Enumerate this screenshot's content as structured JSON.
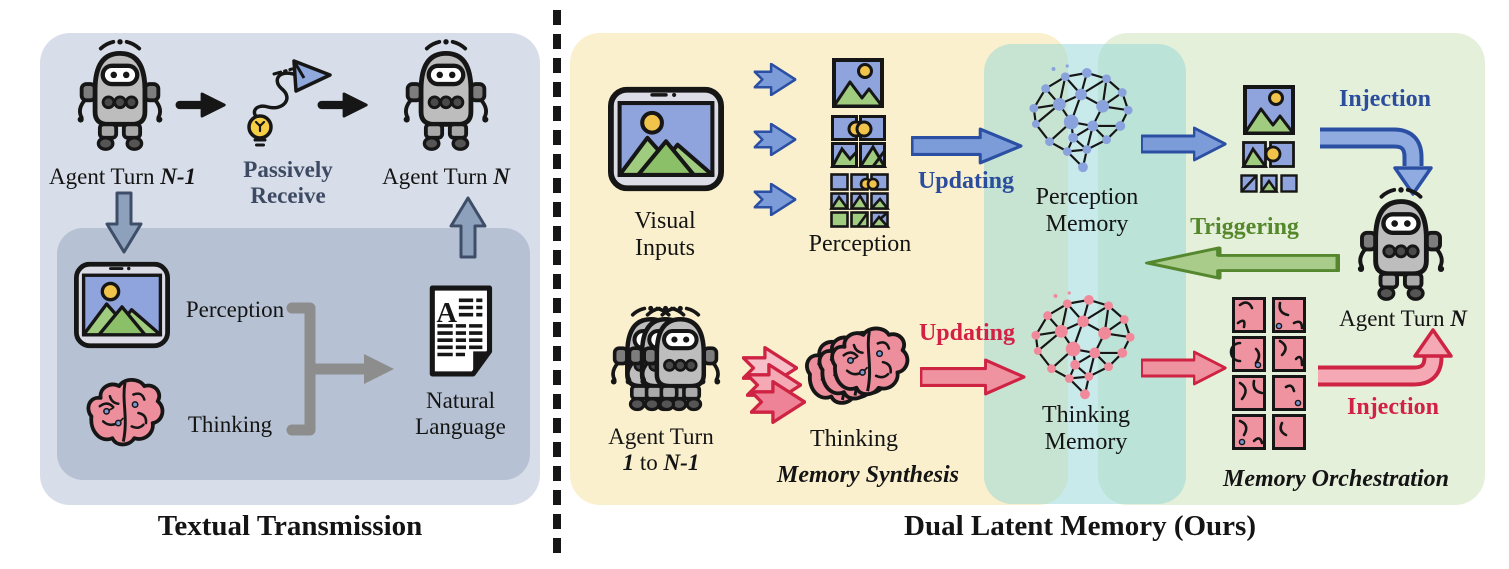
{
  "left": {
    "agent_prev": {
      "prefix": "Agent Turn ",
      "em": "N-1"
    },
    "passive_line1": "Passively",
    "passive_line2": "Receive",
    "agent_n": {
      "prefix": "Agent Turn ",
      "em": "N"
    },
    "perception": "Perception",
    "thinking": "Thinking",
    "natural_line1": "Natural",
    "natural_line2": "Language",
    "doc_letter": "A",
    "title": "Textual Transmission"
  },
  "right": {
    "visual_line1": "Visual",
    "visual_line2": "Inputs",
    "perception": "Perception",
    "updating_perception": "Updating",
    "perception_memory_line1": "Perception",
    "perception_memory_line2": "Memory",
    "injection_perception": "Injection",
    "agent_n": {
      "prefix": "Agent Turn ",
      "em": "N"
    },
    "triggering": "Triggering",
    "agent_range_line1": "Agent Turn",
    "agent_range_line2": {
      "em1": "1",
      "mid": " to ",
      "em2": "N-1"
    },
    "thinking": "Thinking",
    "updating_thinking": "Updating",
    "thinking_memory_line1": "Thinking",
    "thinking_memory_line2": "Memory",
    "injection_thinking": "Injection",
    "synthesis": "Memory Synthesis",
    "orchestration": "Memory Orchestration",
    "title": "Dual Latent Memory (Ours)"
  },
  "icons": {
    "robot": "robot-icon",
    "paper_plane_route": "paper-plane-route-icon",
    "lightbulb": "lightbulb-icon",
    "picture": "framed-picture-icon",
    "brain": "brain-icon",
    "document": "document-icon",
    "network": "memory-graph-icon"
  },
  "colors": {
    "left_panel": "#D8DEE9",
    "left_inner_panel": "#B6C2D3",
    "yellow_region": "#FAF0CD",
    "green_region": "#E5F0DB",
    "cyan_band": "#BEE3DE",
    "blue_accent": "#2B4D9E",
    "red_accent": "#D32045",
    "green_accent": "#55882B",
    "slate_text": "#3D4A63"
  }
}
